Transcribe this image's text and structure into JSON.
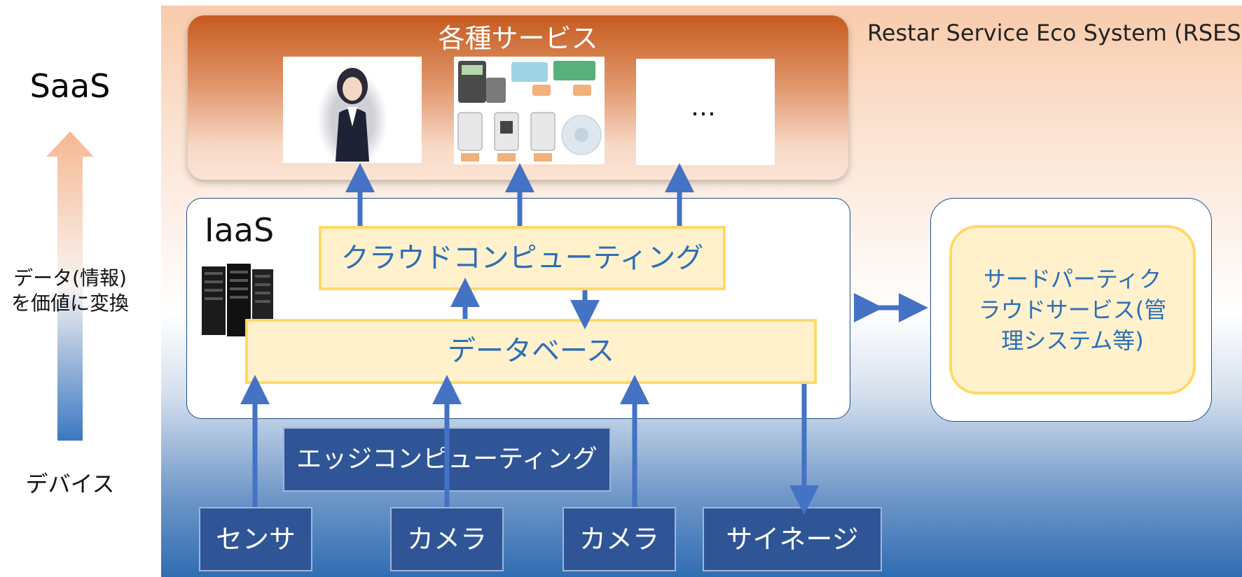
{
  "left_axis": {
    "top_label": "SaaS",
    "middle_label": "データ(情報)を価値に変換",
    "bottom_label": "デバイス"
  },
  "header_note": "Restar Service Eco System (RSES)",
  "services": {
    "title": "各種サービス",
    "items": [
      "avatar-receptionist-image",
      "payment-devices-image",
      "…"
    ]
  },
  "iaas": {
    "label": "IaaS",
    "cloud_computing": "クラウドコンピューティング",
    "database": "データベース"
  },
  "third_party": {
    "label": "サードパーティクラウドサービス(管理システム等)"
  },
  "edge_computing": "エッジコンピューティング",
  "devices": [
    "センサ",
    "カメラ",
    "カメラ",
    "サイネージ"
  ],
  "colors": {
    "arrow": "#4472c4",
    "navy_box": "#2f5597",
    "yellow_fill": "#fff1cc",
    "yellow_border": "#ffd966",
    "service_top": "#c65b1f"
  }
}
